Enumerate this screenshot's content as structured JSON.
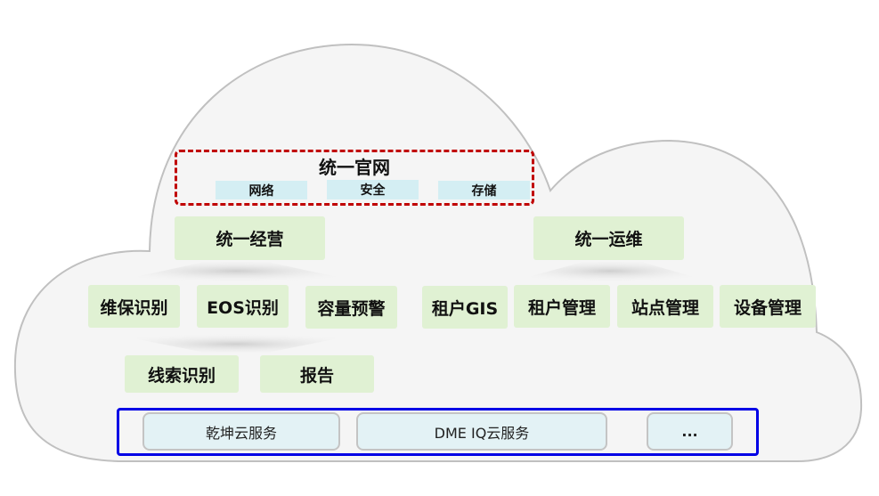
{
  "colors": {
    "cloud_fill": "#f5f5f5",
    "cloud_stroke": "#c0c0c0",
    "module_fill": "#e0f1d3",
    "sub_fill": "#d4eef3",
    "service_fill": "#e3f2f5",
    "dashed_border": "#c00000",
    "service_frame": "#0000e6"
  },
  "portal": {
    "title": "统一官网",
    "items": [
      "网络",
      "安全",
      "存储"
    ]
  },
  "operation": {
    "title": "统一经营",
    "children_row1": [
      "维保识别",
      "EOS识别",
      "容量预警"
    ],
    "children_row2": [
      "线索识别",
      "报告"
    ]
  },
  "maintenance": {
    "title": "统一运维",
    "children": [
      "租户GIS",
      "租户管理",
      "站点管理",
      "设备管理"
    ]
  },
  "services": {
    "items": [
      "乾坤云服务",
      "DME IQ云服务",
      "..."
    ]
  }
}
